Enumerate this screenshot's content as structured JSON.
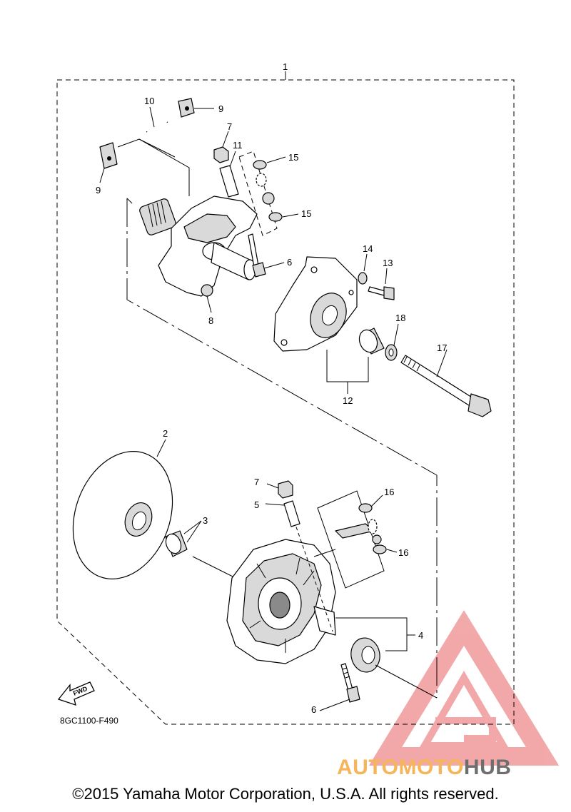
{
  "diagram": {
    "callouts": {
      "c1": "1",
      "c2": "2",
      "c3": "3",
      "c4": "4",
      "c5": "5",
      "c6a": "6",
      "c6b": "6",
      "c7a": "7",
      "c7b": "7",
      "c8": "8",
      "c9a": "9",
      "c9b": "9",
      "c10": "10",
      "c11": "11",
      "c12": "12",
      "c13": "13",
      "c14": "14",
      "c15a": "15",
      "c15b": "15",
      "c16a": "16",
      "c16b": "16",
      "c17": "17",
      "c18": "18"
    },
    "fwd_label": "FWD",
    "figure_code": "8GC1100-F490"
  },
  "watermark": {
    "brand_part1": "AUTOMOTO",
    "brand_part2": "HUB",
    "colors": {
      "accent": "#f0a0a0",
      "orange": "#f5b55a",
      "gray": "#6e6e6e"
    }
  },
  "footer": {
    "copyright": "©2015 Yamaha Motor Corporation, U.S.A. All rights reserved."
  }
}
